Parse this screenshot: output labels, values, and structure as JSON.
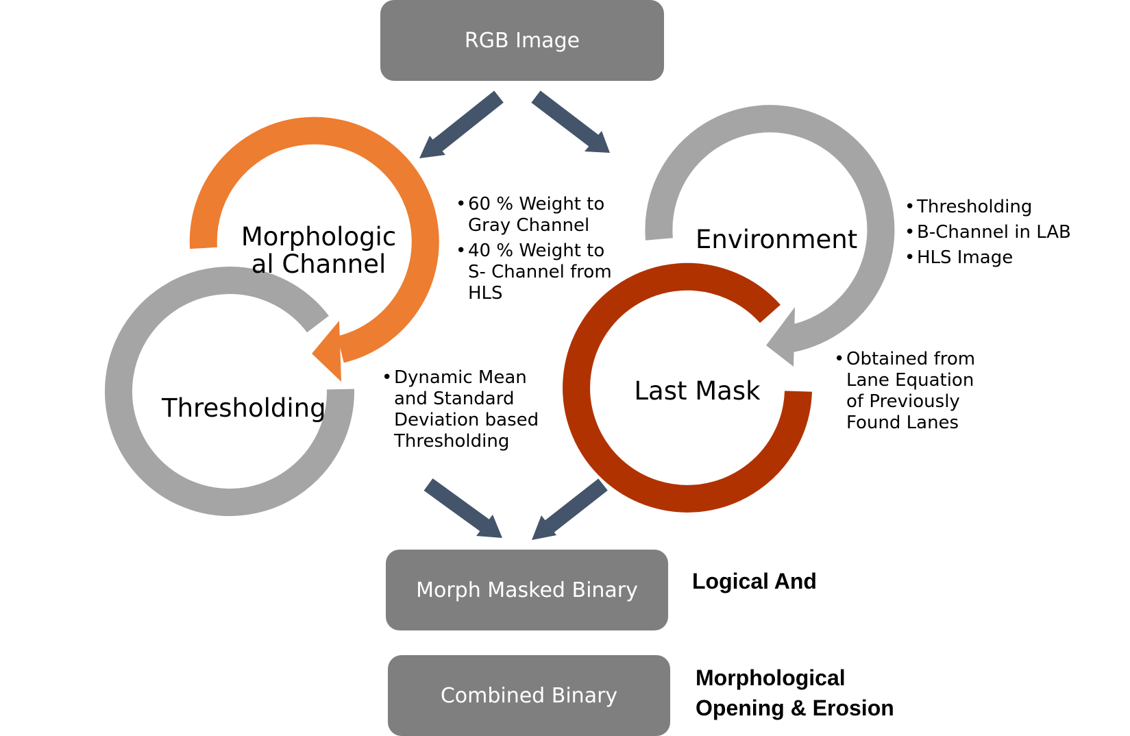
{
  "boxes": {
    "rgb_image": "RGB Image",
    "morph_masked_binary": "Morph Masked Binary",
    "combined_binary": "Combined Binary"
  },
  "cycles": {
    "morphological_channel": "Morphologic\nal Channel",
    "thresholding": "Thresholding",
    "environment": "Environment",
    "last_mask": "Last Mask"
  },
  "notes": {
    "morphological_channel": [
      " 60 % Weight to\nGray Channel",
      "40 % Weight to\nS- Channel from\nHLS"
    ],
    "thresholding": [
      "Dynamic Mean\nand Standard\nDeviation based\nThresholding"
    ],
    "environment": [
      "Thresholding",
      "B-Channel in LAB",
      "HLS Image"
    ],
    "last_mask": [
      "Obtained from\nLane Equation\nof Previously\nFound Lanes"
    ]
  },
  "operations": {
    "logical_and": "Logical And",
    "morphological_opening": "Morphological\nOpening & Erosion"
  },
  "colors": {
    "box_gray": "#7f7f7f",
    "arrow_slate": "#44546a",
    "orange": "#ed7d31",
    "light_gray": "#a5a5a5",
    "dark_red": "#b13201"
  }
}
